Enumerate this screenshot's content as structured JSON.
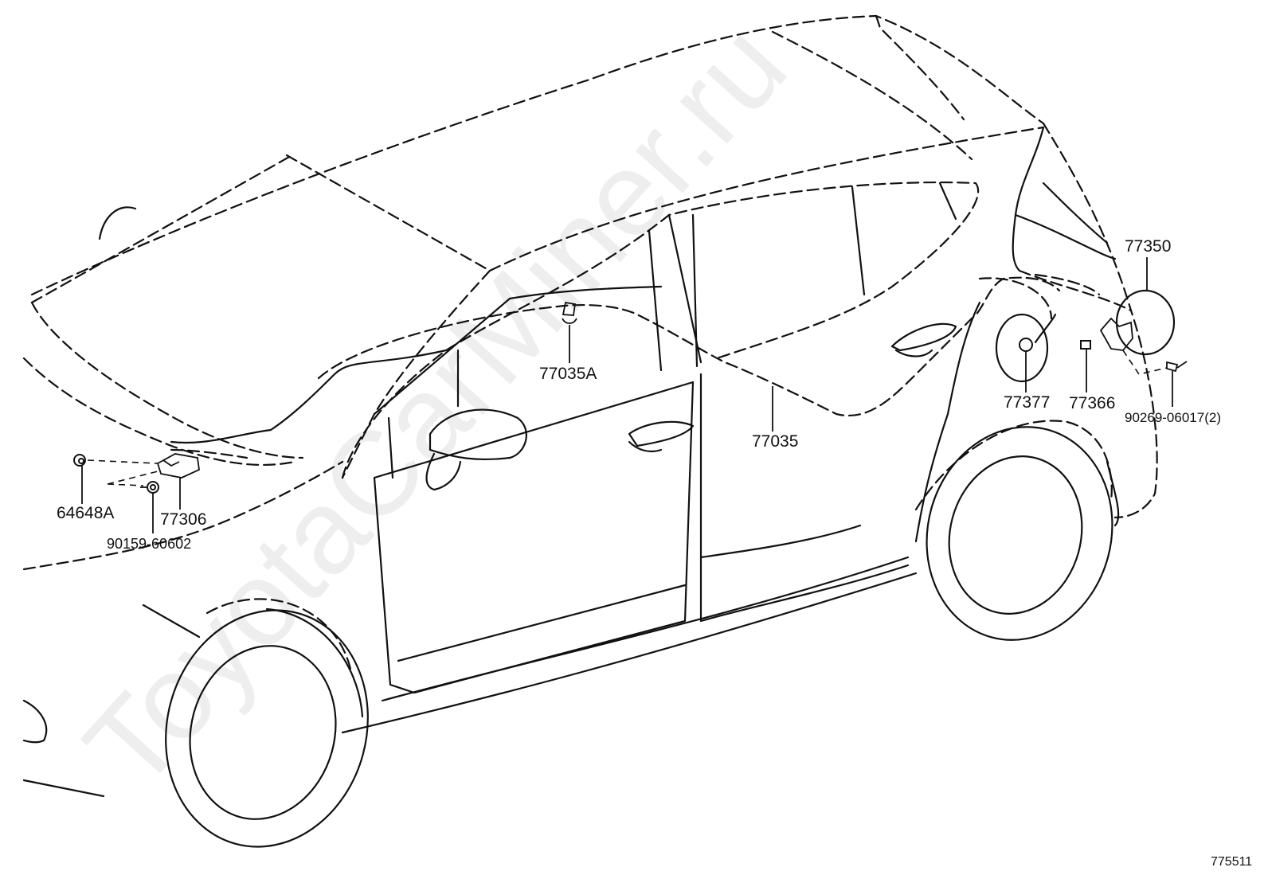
{
  "watermark": "ToyotaCarMiner.ru",
  "diagram_ref": "775511",
  "callouts": [
    {
      "id": "77350"
    },
    {
      "id": "77035A"
    },
    {
      "id": "77377"
    },
    {
      "id": "77366"
    },
    {
      "id": "90269-06017(2)"
    },
    {
      "id": "77035"
    },
    {
      "id": "64648A"
    },
    {
      "id": "77306"
    },
    {
      "id": "90159-60602"
    }
  ]
}
